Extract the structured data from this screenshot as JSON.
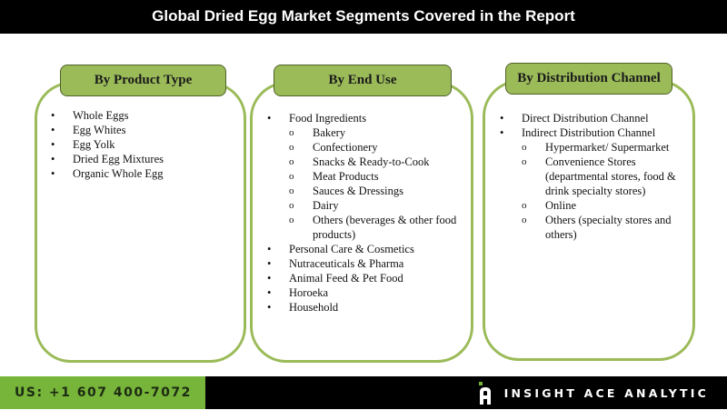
{
  "title": "Global Dried Egg Market Segments Covered in the Report",
  "colors": {
    "accent_green": "#9bbb59",
    "footer_green": "#77b43a",
    "black": "#000000"
  },
  "segments": [
    {
      "header": "By Product Type",
      "items": [
        {
          "label": "Whole Eggs",
          "sub": []
        },
        {
          "label": "Egg Whites",
          "sub": []
        },
        {
          "label": "Egg Yolk",
          "sub": []
        },
        {
          "label": "Dried Egg Mixtures",
          "sub": []
        },
        {
          "label": "Organic Whole Egg",
          "sub": []
        }
      ]
    },
    {
      "header": "By End Use",
      "items": [
        {
          "label": "Food Ingredients",
          "sub": [
            "Bakery",
            "Confectionery",
            "Snacks & Ready-to-Cook",
            "Meat Products",
            "Sauces & Dressings",
            "Dairy",
            "Others (beverages & other food products)"
          ]
        },
        {
          "label": "Personal Care & Cosmetics",
          "sub": []
        },
        {
          "label": "Nutraceuticals & Pharma",
          "sub": []
        },
        {
          "label": "Animal Feed & Pet Food",
          "sub": []
        },
        {
          "label": "Horoeka",
          "sub": []
        },
        {
          "label": "Household",
          "sub": []
        }
      ]
    },
    {
      "header": "By Distribution Channel",
      "items": [
        {
          "label": "Direct Distribution Channel",
          "sub": []
        },
        {
          "label": "Indirect Distribution Channel",
          "sub": [
            "Hypermarket/ Supermarket",
            "Convenience Stores (departmental stores, food & drink specialty stores)",
            "Online",
            "Others (specialty stores and others)"
          ]
        }
      ]
    }
  ],
  "bullets": {
    "level1": "•",
    "level2": "o"
  },
  "footer": {
    "phone": "US: +1 607 400-7072",
    "brand": "INSIGHT ACE ANALYTIC",
    "logo_icon": "ia-logo-icon"
  }
}
